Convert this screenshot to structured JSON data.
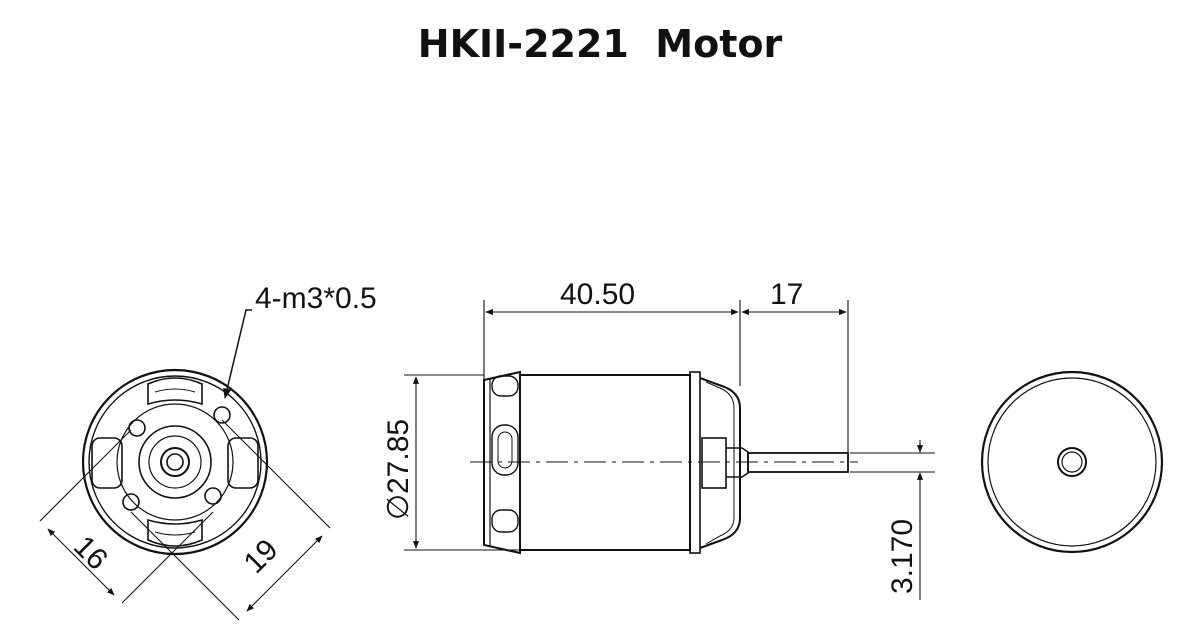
{
  "title": "HKII-2221  Motor",
  "front_view": {
    "callout": "4-m3*0.5",
    "dim_a": "16",
    "dim_b": "19"
  },
  "side_view": {
    "length": "40.50",
    "shaft_length": "17",
    "diameter": "27.85",
    "diameter_symbol": "∅",
    "shaft_diameter": "3.170"
  },
  "colors": {
    "line": "#111111",
    "background": "#ffffff"
  }
}
